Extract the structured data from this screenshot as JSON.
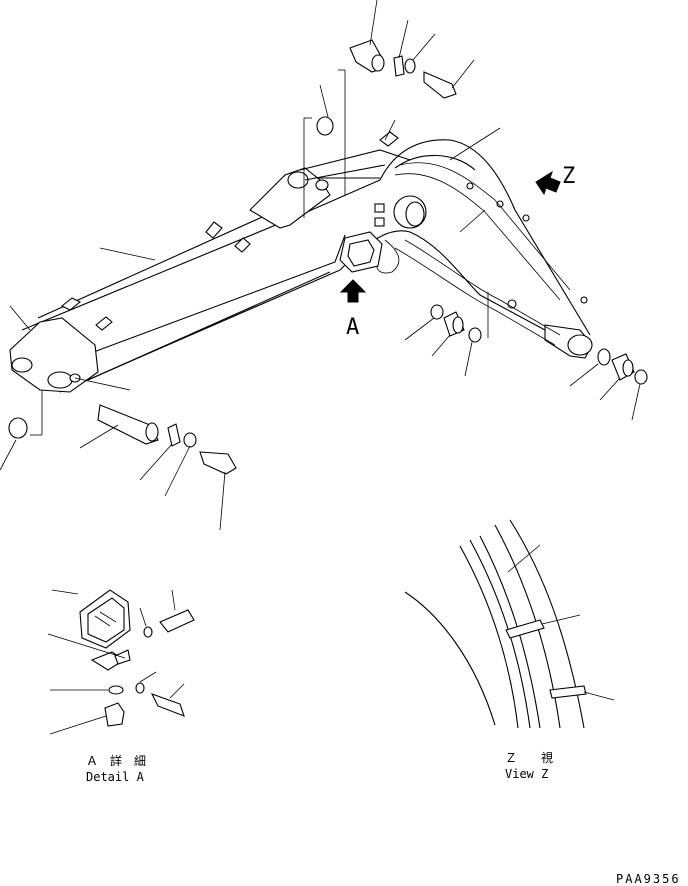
{
  "view_markers": {
    "z": "Z",
    "a": "A"
  },
  "captions": {
    "detail_a_jp": "Ａ　詳　細",
    "detail_a_en": "Detail A",
    "view_z_jp": "Ｚ　　視",
    "view_z_en": "View Z"
  },
  "drawing_number": "PAA9356"
}
